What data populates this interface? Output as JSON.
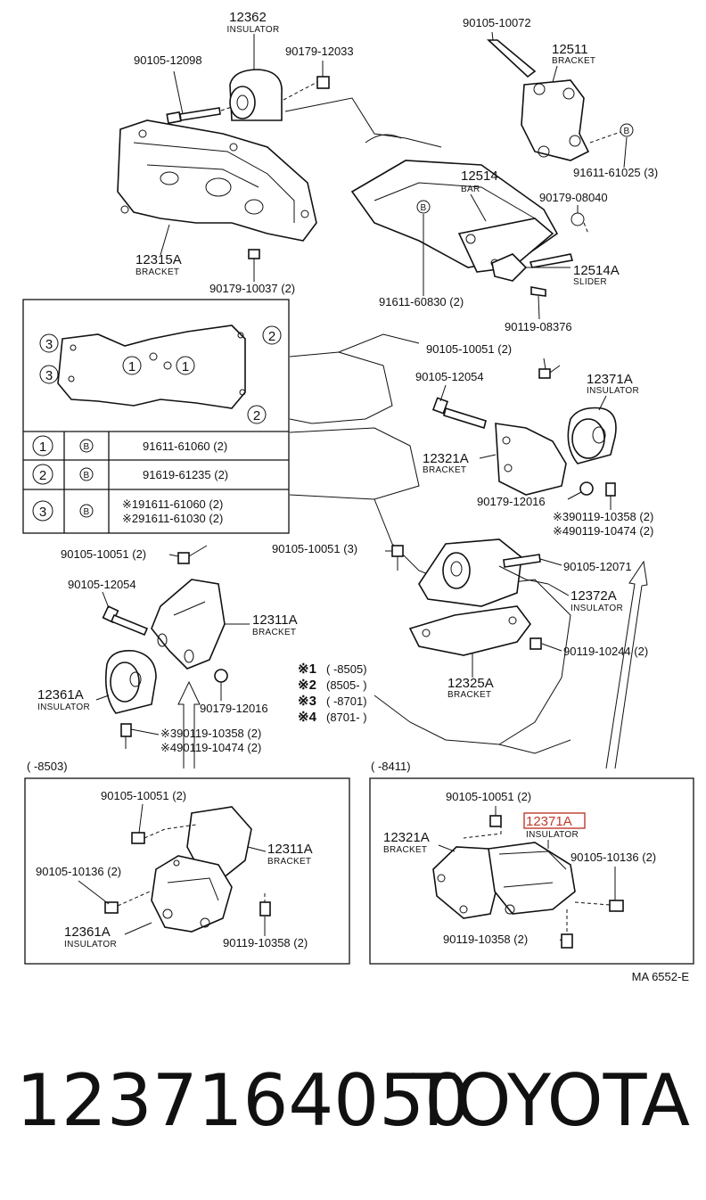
{
  "top": {
    "p12362": "12362",
    "insulator": "INSULATOR",
    "p90105_12098": "90105-12098",
    "p90179_12033": "90179-12033",
    "p12315A": "12315A",
    "bracket": "BRACKET",
    "p90179_10037": "90179-10037 (2)",
    "p90105_10072": "90105-10072",
    "p12511": "12511",
    "p91611_61025": "91611-61025 (3)",
    "p12514": "12514",
    "bar": "BAR",
    "p90179_08040": "90179-08040",
    "p12514A": "12514A",
    "slider": "SLIDER",
    "p91611_60830": "91611-60830 (2)",
    "p90119_08376": "90119-08376"
  },
  "inset": {
    "circle1": "1",
    "circle2": "2",
    "circle3": "3",
    "circleB": "B",
    "rows": [
      {
        "num": "1",
        "b": "B",
        "part": "91611-61060 (2)"
      },
      {
        "num": "2",
        "b": "B",
        "part": "91619-61235 (2)"
      },
      {
        "num": "3",
        "b": "B",
        "part_a": "※191611-61060 (2)",
        "part_b": "※291611-61030 (2)"
      }
    ]
  },
  "right": {
    "p90105_10051": "90105-10051 (2)",
    "p90105_12054": "90105-12054",
    "p12371A": "12371A",
    "p12321A": "12321A",
    "p90179_12016": "90179-12016",
    "p90119_10358": "※390119-10358 (2)",
    "p90119_10474": "※490119-10474 (2)",
    "p90105_10051_3": "90105-10051 (3)",
    "p90105_12071": "90105-12071",
    "p12372A": "12372A",
    "p90119_10244": "90119-10244 (2)",
    "p12325A": "12325A"
  },
  "left": {
    "p90105_10051": "90105-10051 (2)",
    "p90105_12054": "90105-12054",
    "p12311A": "12311A",
    "p12361A": "12361A",
    "p90179_12016": "90179-12016",
    "p90119_10358": "※390119-10358 (2)",
    "p90119_10474": "※490119-10474 (2)"
  },
  "legend": {
    "k1": "※1",
    "v1": "(        -8505)",
    "k2": "※2",
    "v2": "(8505-        )",
    "k3": "※3",
    "v3": "(        -8701)",
    "k4": "※4",
    "v4": "(8701-        )"
  },
  "boxL": {
    "range": "(        -8503)",
    "p90105_10051": "90105-10051 (2)",
    "p12311A": "12311A",
    "p90105_10136": "90105-10136 (2)",
    "p12361A": "12361A",
    "p90119_10358": "90119-10358 (2)"
  },
  "boxR": {
    "range": "(        -8411)",
    "p90105_10051": "90105-10051 (2)",
    "p12321A": "12321A",
    "p12371A": "12371A",
    "p90105_10136": "90105-10136 (2)",
    "p90119_10358": "90119-10358 (2)"
  },
  "diagram_code": "MA 6552-E",
  "footer": {
    "part_number": "1237164050",
    "brand": "TOYOTA"
  },
  "colors": {
    "highlight": "#c0392b",
    "ink": "#111111"
  }
}
